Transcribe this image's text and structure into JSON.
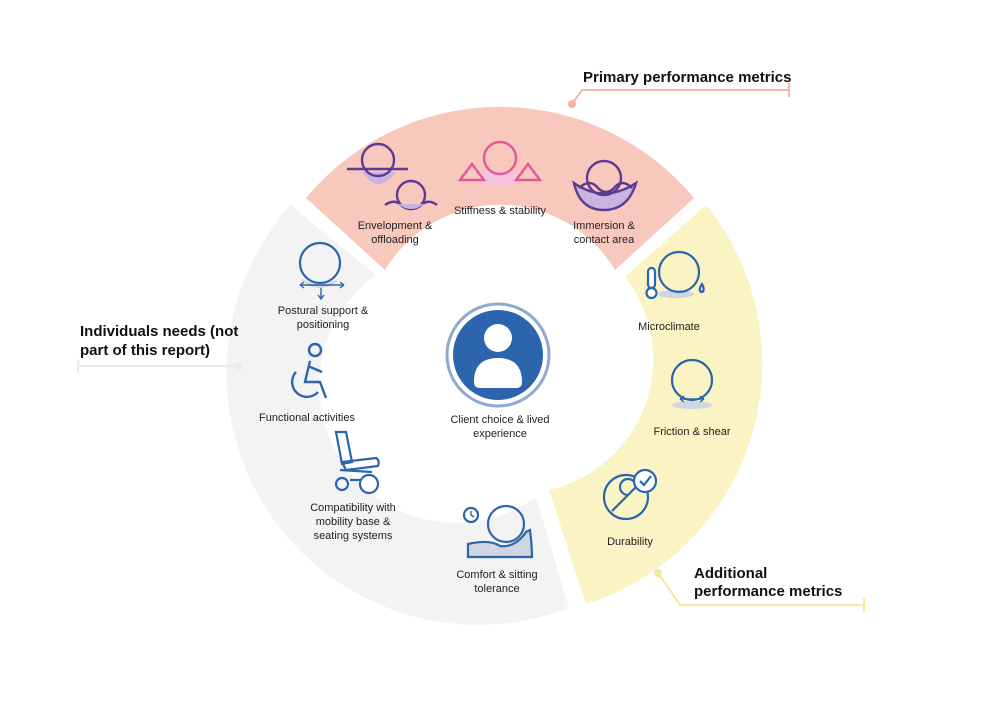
{
  "center": {
    "line1": "Client choice & lived",
    "line2": "experience"
  },
  "groups": {
    "primary": {
      "title": "Primary performance metrics",
      "color": "#f8c8bd"
    },
    "additional": {
      "title1": "Additional",
      "title2": "performance metrics",
      "color": "#faf3c4"
    },
    "individual": {
      "title1": "Individuals needs (not",
      "title2": "part of this report)",
      "color": "#f2f3f2"
    }
  },
  "items": {
    "envelopment": {
      "line1": "Envelopment &",
      "line2": "offloading",
      "icon": "envelopment-icon"
    },
    "stiffness": {
      "line1": "Stiffness & stability",
      "icon": "stiffness-icon"
    },
    "immersion": {
      "line1": "Immersion &",
      "line2": "contact area",
      "icon": "immersion-icon"
    },
    "microclimate": {
      "line1": "Microclimate",
      "icon": "thermometer-icon"
    },
    "friction": {
      "line1": "Friction & shear",
      "icon": "friction-icon"
    },
    "durability": {
      "line1": "Durability",
      "icon": "wrench-check-icon"
    },
    "comfort": {
      "line1": "Comfort & sitting",
      "line2": "tolerance",
      "icon": "clock-cushion-icon"
    },
    "compatibility": {
      "line1": "Compatibility with",
      "line2": "mobility base &",
      "line3": "seating systems",
      "icon": "wheelchair-seat-icon"
    },
    "functional": {
      "line1": "Functional activities",
      "icon": "wheelchair-user-icon"
    },
    "postural": {
      "line1": "Postural support &",
      "line2": "positioning",
      "icon": "postural-icon"
    }
  },
  "colors": {
    "blue": "#2c64ad",
    "purple": "#5d3a93",
    "pink": "#e0579a",
    "ring_primary": "#f8c8bd",
    "ring_additional": "#faf3c4",
    "ring_individual": "#f2f3f2"
  }
}
